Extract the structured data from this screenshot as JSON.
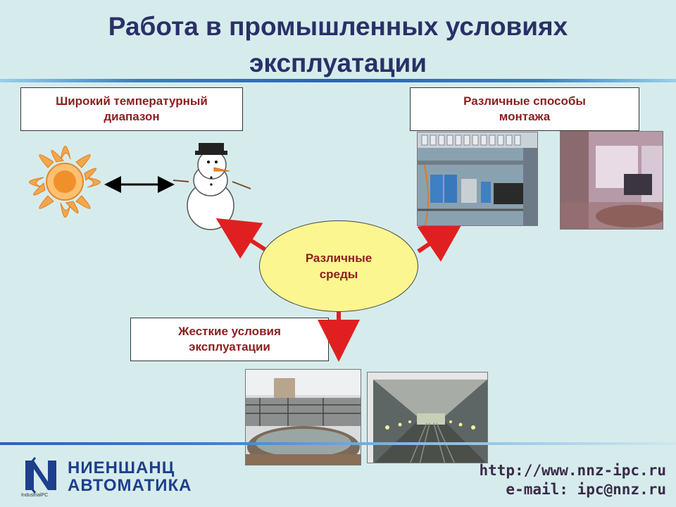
{
  "title": {
    "line1": "Работа в промышленных условиях",
    "line2": "эксплуатации"
  },
  "boxes": {
    "temperature": {
      "line1": "Широкий температурный",
      "line2": "диапазон"
    },
    "mounting": {
      "line1": "Различные способы",
      "line2": "монтажа"
    },
    "harsh": {
      "line1": "Жесткие условия",
      "line2": "эксплуатации"
    }
  },
  "center": {
    "line1": "Различные",
    "line2": "среды"
  },
  "logo": {
    "line1": "НИЕНШАНЦ",
    "line2": "АВТОМАТИКА",
    "sub": "IndustrialPC"
  },
  "contact": {
    "url": "http://www.nnz-ipc.ru",
    "email": "e-mail: ipc@nnz.ru"
  },
  "colors": {
    "title": "#2a3068",
    "box_text": "#8b2020",
    "ellipse_fill": "#fcf690",
    "arrow": "#e02020",
    "background": "#d6ecec"
  }
}
